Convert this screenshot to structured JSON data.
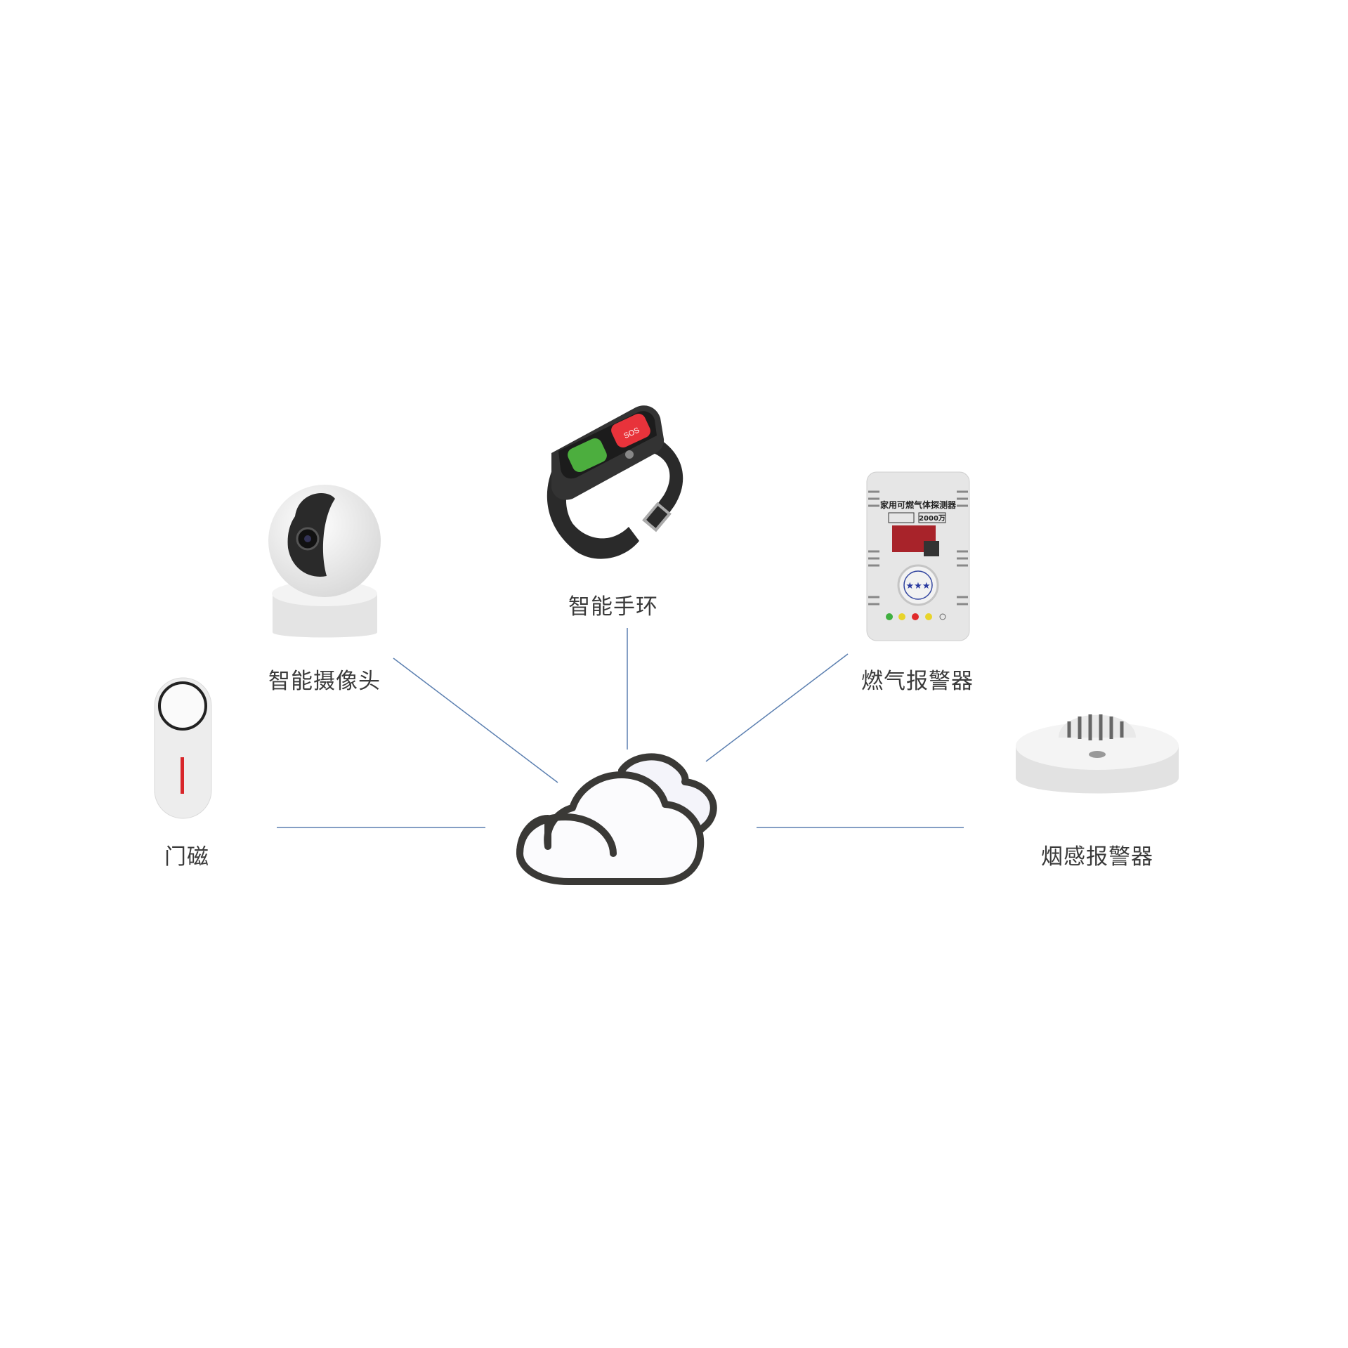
{
  "diagram": {
    "hub": {
      "name": "cloud"
    },
    "devices": [
      {
        "id": "wristband",
        "label": "智能手环",
        "button_text": "SOS"
      },
      {
        "id": "camera",
        "label": "智能摄像头"
      },
      {
        "id": "gas-alarm",
        "label": "燃气报警器",
        "product_title": "家用可燃气体探测器",
        "product_badge": "2000万"
      },
      {
        "id": "door-sensor",
        "label": "门磁"
      },
      {
        "id": "smoke-alarm",
        "label": "烟感报警器"
      }
    ],
    "colors": {
      "line": "#5b7fb0",
      "cloud_stroke": "#3a3936",
      "sos": "#e8333b",
      "mic": "#4cae3e"
    }
  }
}
